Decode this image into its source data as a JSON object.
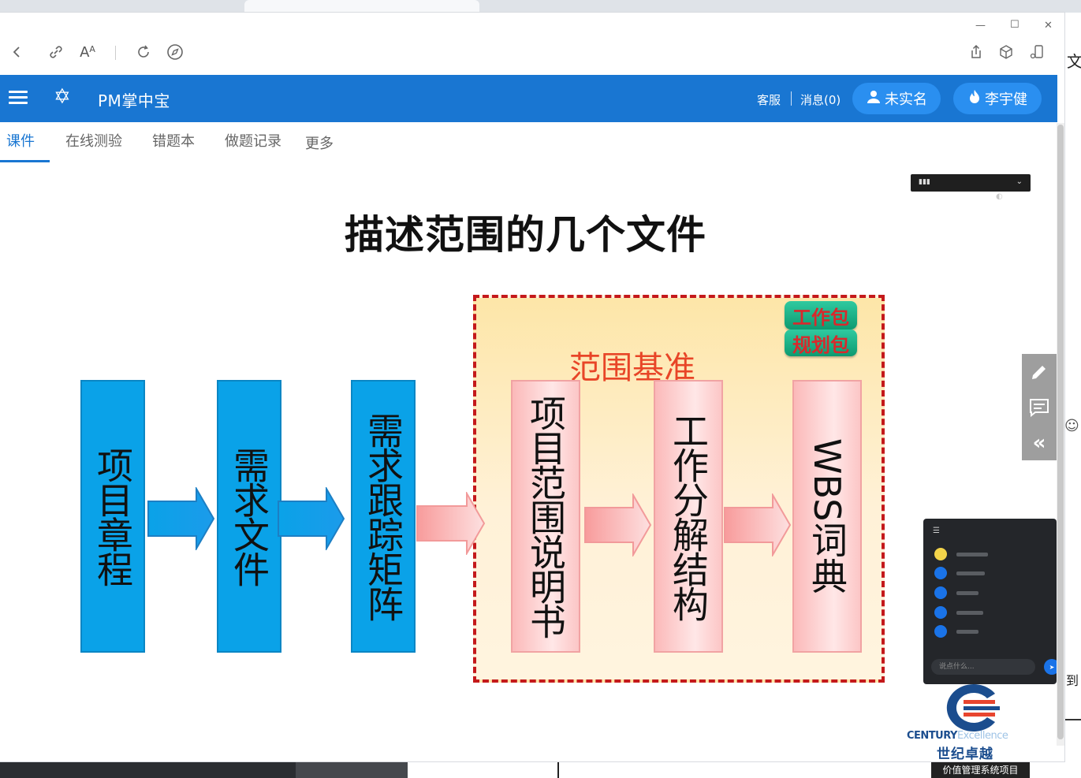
{
  "browser": {
    "toolbar_icons": [
      "back-icon",
      "link-icon",
      "text-size-icon",
      "reload-icon",
      "compass-icon",
      "share-icon",
      "cube-icon",
      "phone-cast-icon"
    ],
    "window_controls": {
      "minimize": "—",
      "maximize": "☐",
      "close": "✕"
    }
  },
  "side_fragments": {
    "char_top": "文",
    "char_bottom": "到"
  },
  "app": {
    "title": "PM掌中宝",
    "service_label": "客服",
    "messages_label": "消息(0)",
    "verify_label": "未实名",
    "user_name": "李宇健",
    "brand_color": "#1976d2"
  },
  "tabs": [
    {
      "label": "课件",
      "active": true
    },
    {
      "label": "在线测验",
      "active": false
    },
    {
      "label": "错题本",
      "active": false
    },
    {
      "label": "做题记录",
      "active": false
    },
    {
      "label": "更多",
      "active": false
    }
  ],
  "slide": {
    "title": "描述范围的几个文件",
    "inputs": [
      "项目章程",
      "需求文件",
      "需求跟踪矩阵"
    ],
    "baseline_label": "范围基准",
    "baseline_items": [
      "项目范围说明书",
      "工作分解结构",
      "WBS词典"
    ],
    "badge": [
      "工作包",
      "规划包"
    ],
    "brand_en_1": "CENTURY",
    "brand_en_2": "Excellence",
    "brand_cn": "世纪卓越",
    "chat": {
      "input_placeholder": "说点什么..."
    }
  },
  "float_tools": [
    "pencil-icon",
    "comment-icon",
    "collapse-icon"
  ],
  "bottom_badge": "价值管理系统项目"
}
